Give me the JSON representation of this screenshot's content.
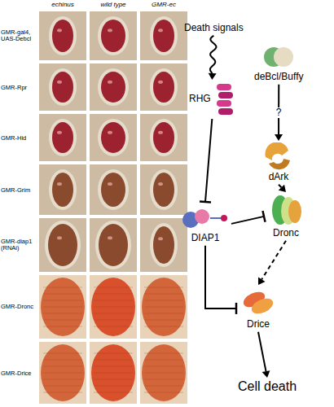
{
  "diagram": {
    "nodes": [
      {
        "text": [
          "Death signals"
        ]
      },
      {
        "text": [
          "RHG"
        ]
      },
      {
        "text": [
          "deBcl/Buffy"
        ]
      },
      {
        "text": [
          "dArk"
        ]
      },
      {
        "text": [
          "DIAP1"
        ]
      },
      {
        "text": [
          "Dronc"
        ]
      },
      {
        "text": [
          "Drice"
        ]
      },
      {
        "text": [
          "Cell death"
        ]
      }
    ],
    "edges": [
      {
        "from": 0,
        "to": 1,
        "arrow": "to"
      },
      {
        "from": 1,
        "to": 4,
        "arrow": "to"
      },
      {
        "from": 2,
        "to": 3,
        "label": "?",
        "arrow": "to"
      },
      {
        "from": 3,
        "to": 5,
        "arrow": "to"
      },
      {
        "from": 4,
        "to": 5,
        "arrow": "to"
      },
      {
        "from": 4,
        "to": 6,
        "arrow": "to"
      },
      {
        "from": 5,
        "to": 6,
        "arrow": "to"
      },
      {
        "from": 6,
        "to": 7,
        "arrow": "to"
      }
    ],
    "labels": [
      "echinus",
      "wild type",
      "GMR-ec",
      "GMR-gal4, UAS-Debcl",
      "GMR-Rpr",
      "GMR-Hid",
      "GMR-Grim",
      "GMR-diap1 (RNAi)",
      "GMR-Dronc",
      "GMR-Drice"
    ]
  }
}
